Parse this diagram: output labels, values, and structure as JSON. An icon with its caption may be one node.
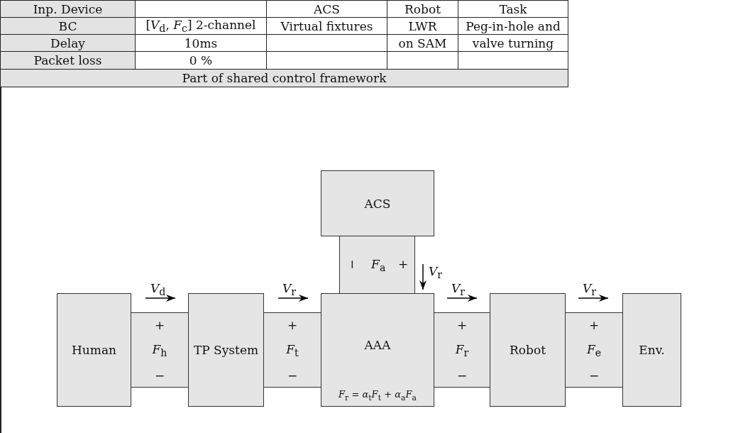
{
  "diagram": {
    "nodes": [
      {
        "text": [
          "ACS"
        ]
      },
      {
        "text": [
          "−",
          "*F*$_{a}$",
          "+"
        ]
      },
      {
        "text": [
          "Human"
        ]
      },
      {
        "text": [
          "+",
          "*F*$_{h}$",
          "−"
        ]
      },
      {
        "text": [
          "TP System"
        ]
      },
      {
        "text": [
          "+",
          "*F*$_{t}$",
          "−"
        ]
      },
      {
        "text": [
          "AAA",
          "*F*$_{r}$ = *α*$_{t}$*F*$_{t}$ + *α*$_{a}$*F*$_{a}$"
        ]
      },
      {
        "text": [
          "+",
          "*F*$_{r}$",
          "−"
        ]
      },
      {
        "text": [
          "Robot"
        ]
      },
      {
        "text": [
          "+",
          "*F*$_{e}$",
          "−"
        ]
      },
      {
        "text": [
          "Env."
        ]
      }
    ],
    "labels": [
      "Inp. Device",
      "ACS",
      "Robot",
      "Task",
      "BC",
      "[*V*$_{d}$, *F*$_{c}$] 2-channel",
      "Virtual fixtures",
      "LWR",
      "Peg-in-hole and",
      "Delay",
      "10ms",
      "on SAM",
      "valve turning",
      "Packet loss",
      "0 %",
      "Part of shared control framework",
      "*V*$_{r}$",
      "*V*$_{d}$",
      "*V*$_{r}$",
      "*V*$_{r}$",
      "*V*$_{r}$"
    ]
  }
}
